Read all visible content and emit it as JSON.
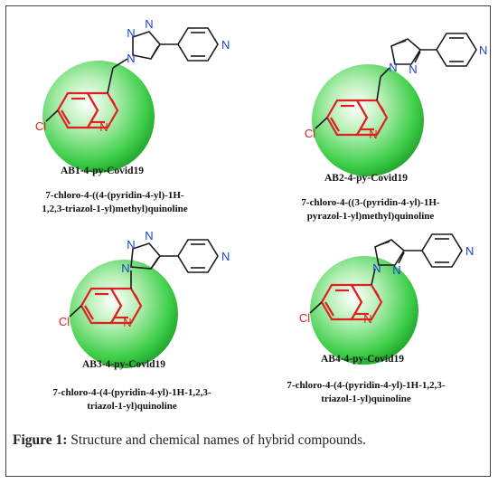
{
  "compounds": [
    {
      "code": "AB1-4-py-Covid19",
      "name_lines": [
        "7-chloro-4-((4-(pyridin-4-yl)-1H-",
        "1,2,3-triazol-1-yl)methyl)quinoline"
      ]
    },
    {
      "code": "AB2-4-py-Covid19",
      "name_lines": [
        "7-chloro-4-((3-(pyridin-4-yl)-1H-",
        "pyrazol-1-yl)methyl)quinoline"
      ]
    },
    {
      "code": "AB3-4-py-Covid19",
      "name_lines": [
        "7-chloro-4-(4-(pyridin-4-yl)-1H-1,2,3-",
        "triazol-1-yl)quinoline"
      ]
    },
    {
      "code": "AB4-4-py-Covid19",
      "name_lines": [
        "7-chloro-4-(4-(pyridin-4-yl)-1H-1,2,3-",
        "triazol-1-yl)quinoline"
      ]
    }
  ],
  "atoms": {
    "cl": "Cl",
    "n": "N"
  },
  "caption": {
    "label": "Figure 1:",
    "text": " Structure and chemical names of hybrid compounds."
  },
  "colors": {
    "sphere": "#3fcf4a",
    "quinoline": "#e02020",
    "bonds": "#1a1a1a",
    "heteroatom": "#1a3fd0"
  }
}
